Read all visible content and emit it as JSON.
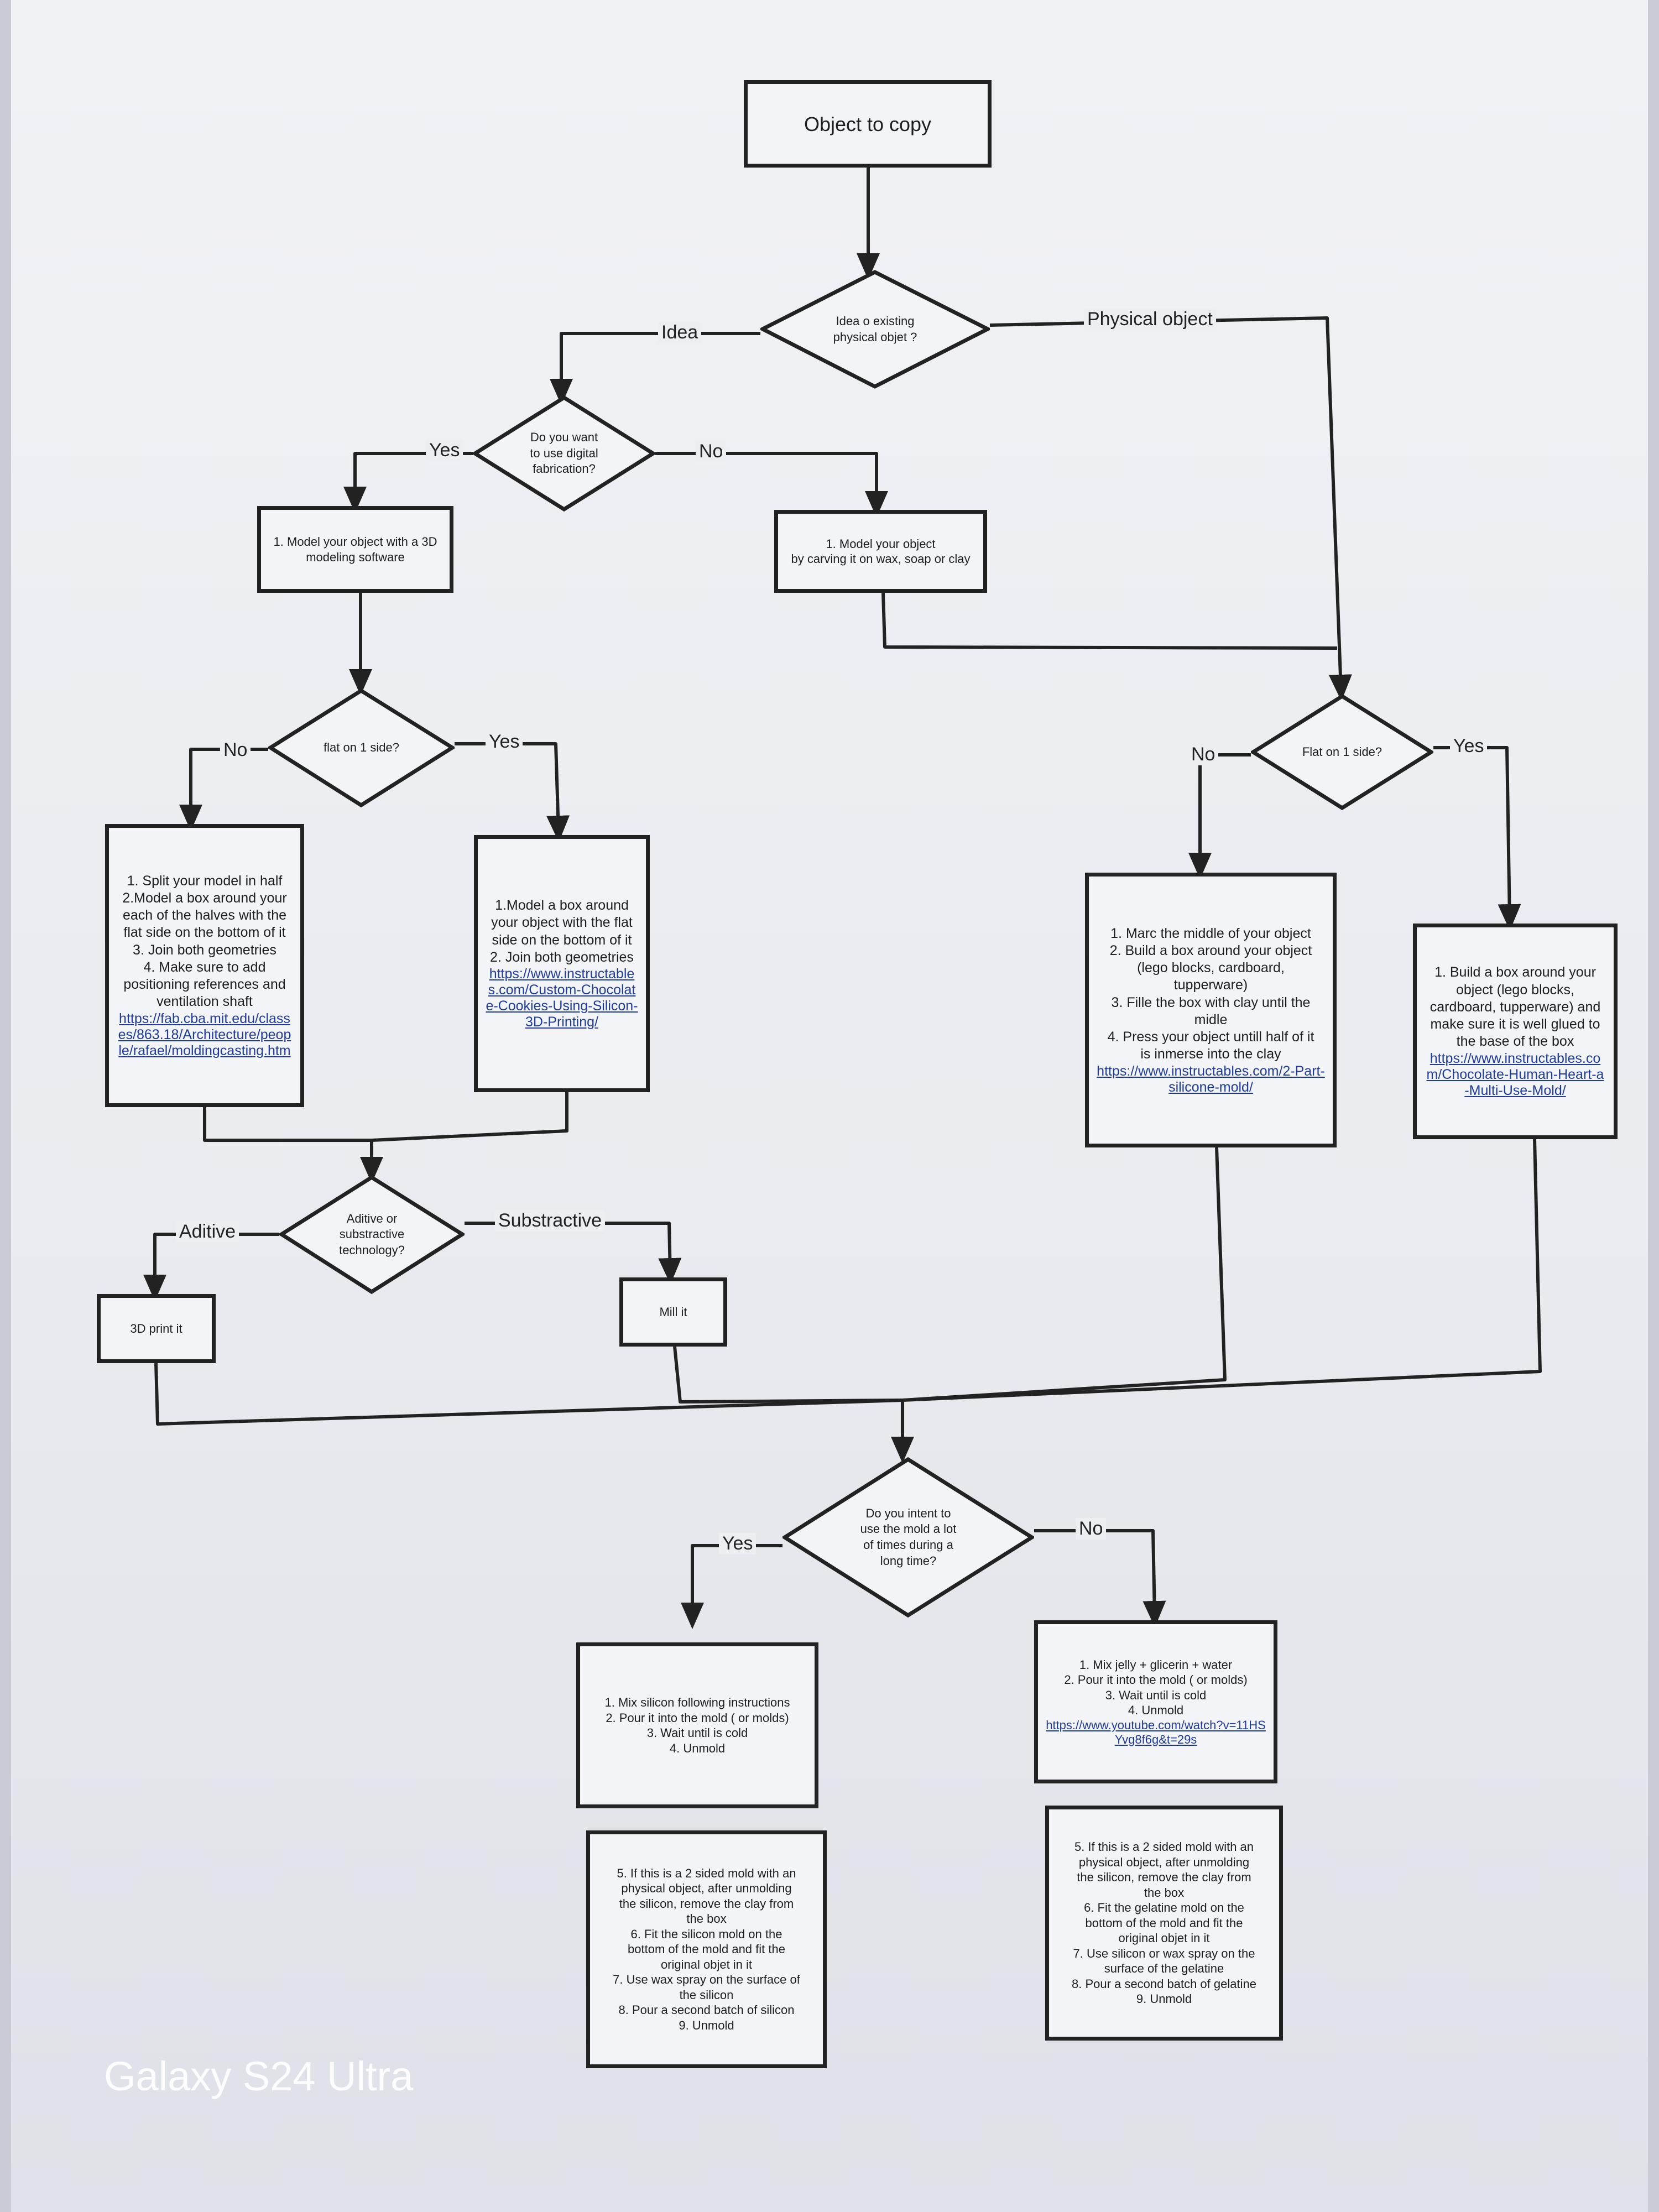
{
  "nodes": {
    "start": "Object to copy",
    "q_idea": "Idea o existing\nphysical objet ?",
    "q_digital": "Do you want\nto use digital\nfabrication?",
    "model3d": "1. Model your object with a 3D\nmodeling software",
    "carve": "1. Model your object\nby carving it on wax, soap or clay",
    "q_flat_left": "flat on 1 side?",
    "q_flat_right": "Flat on 1 side?",
    "split": {
      "text": "1. Split your model in half\n2.Model a box around your\neach of the halves with the\nflat side on the bottom of it\n3. Join both geometries\n4. Make sure to add\npositioning references and\nventilation shaft",
      "link": "https://fab.cba.mit.edu/classes/863.18/Architecture/people/rafael/moldingcasting.htm"
    },
    "modelbox": {
      "text": "1.Model a box around\nyour object with the flat\nside on the bottom of it\n2. Join both geometries",
      "link": "https://www.instructables.com/Custom-Chocolate-Cookies-Using-Silicon-3D-Printing/"
    },
    "marc": {
      "text": "1. Marc the middle of your object\n2. Build a box around your object\n(lego blocks, cardboard,\ntupperware)\n3. Fille the box with clay until the\nmidle\n4. Press your object untill half of it\nis inmerse into the clay",
      "link": "https://www.instructables.com/2-Part-silicone-mold/"
    },
    "buildbox": {
      "text": "1. Build a box around your\nobject (lego blocks,\ncardboard, tupperware) and\nmake sure it is well glued to\nthe base of the box",
      "link": "https://www.instructables.com/Chocolate-Human-Heart-a-Multi-Use-Mold/"
    },
    "q_tech": "Aditive or\nsubstractive\ntechnology?",
    "print3d": "3D print it",
    "mill": "Mill it",
    "q_use": "Do you intent to\nuse the mold a lot\nof times during a\nlong time?",
    "silicon1": "1. Mix silicon following instructions\n2. Pour it into the mold ( or molds)\n3. Wait until is cold\n4. Unmold",
    "silicon2": "5. If this is a 2 sided mold with an\nphysical object, after unmolding\nthe silicon, remove the clay from\nthe box\n6. Fit the silicon mold on the\nbottom of the mold and fit the\noriginal objet in it\n7. Use wax spray on the surface of\nthe silicon\n8. Pour a second batch of silicon\n9. Unmold",
    "jelly1": {
      "text": "1. Mix jelly + glicerin + water\n2. Pour it into the mold ( or molds)\n3. Wait until is cold\n4. Unmold",
      "link": "https://www.youtube.com/watch?v=11HSYvg8f6g&t=29s"
    },
    "jelly2": "5. If this is a 2 sided mold with an\nphysical object, after unmolding\nthe silicon, remove the clay from\nthe box\n6. Fit the gelatine mold on the\nbottom of the mold and fit the\noriginal objet in it\n7. Use silicon or wax spray on the\nsurface of the gelatine\n8. Pour a second batch of gelatine\n9. Unmold"
  },
  "edges": {
    "idea": "Idea",
    "physical": "Physical object",
    "yes_digital": "Yes",
    "no_digital": "No",
    "no_flat_left": "No",
    "yes_flat_left": "Yes",
    "no_flat_right": "No",
    "yes_flat_right": "Yes",
    "aditive": "Aditive",
    "substractive": "Substractive",
    "yes_use": "Yes",
    "no_use": "No"
  },
  "watermark": "Galaxy S24 Ultra",
  "colors": {
    "line": "#222222",
    "link": "#1f3c9a",
    "paper": "#eef0f4"
  }
}
